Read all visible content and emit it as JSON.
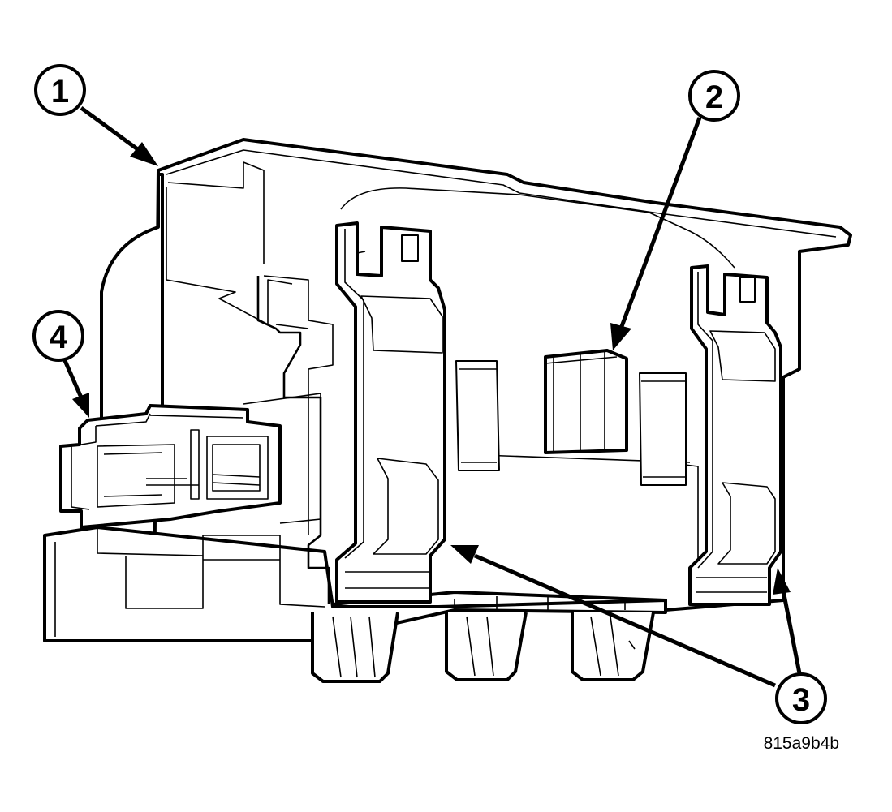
{
  "callouts": [
    {
      "id": "1",
      "label": "1"
    },
    {
      "id": "2",
      "label": "2"
    },
    {
      "id": "3",
      "label": "3"
    },
    {
      "id": "4",
      "label": "4"
    }
  ],
  "figure_code": "815a9b4b"
}
